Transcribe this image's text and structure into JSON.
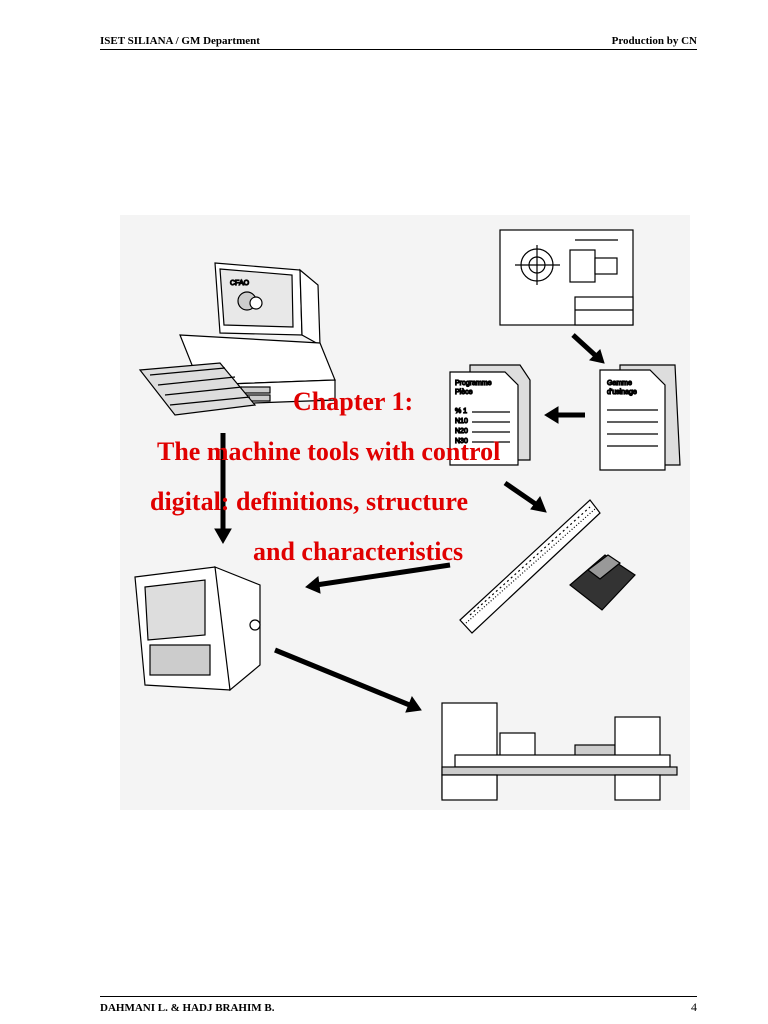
{
  "header": {
    "left": "ISET  SILIANA  /  GM  Department",
    "right": "Production by CN"
  },
  "figure": {
    "screen_label": "CFAO",
    "program_label_1": "Programme",
    "program_label_2": "Pièce",
    "program_lines": [
      "% 1",
      "N10",
      "N20",
      "N30"
    ],
    "gamme_label_1": "Gamme",
    "gamme_label_2": "d'usinage"
  },
  "title": {
    "line1": "Chapter 1:",
    "line2": "The machine tools with control",
    "line3": "digital: definitions, structure",
    "line4": "and characteristics"
  },
  "footer": {
    "left": "DAHMANI L. & HADJ BRAHIM B.",
    "page": "4"
  }
}
